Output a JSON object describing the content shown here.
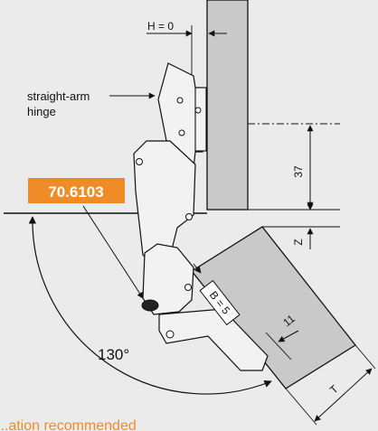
{
  "diagram": {
    "h_label": "H = 0",
    "hinge_label_line1": "straight-arm",
    "hinge_label_line2": "hinge",
    "part_number": "70.6103",
    "dim_37": "37",
    "dim_z": "Z",
    "dim_b": "B = 5",
    "dim_11": "11",
    "angle": "130°",
    "dim_t": "T",
    "footer_text": "...ation recommended"
  },
  "colors": {
    "background": "#ebebeb",
    "panel": "#c9c9c9",
    "part_badge": "#f08c28",
    "footer_text": "#f08c28",
    "line": "#111111",
    "hinge_body": "#f2f2f2"
  }
}
